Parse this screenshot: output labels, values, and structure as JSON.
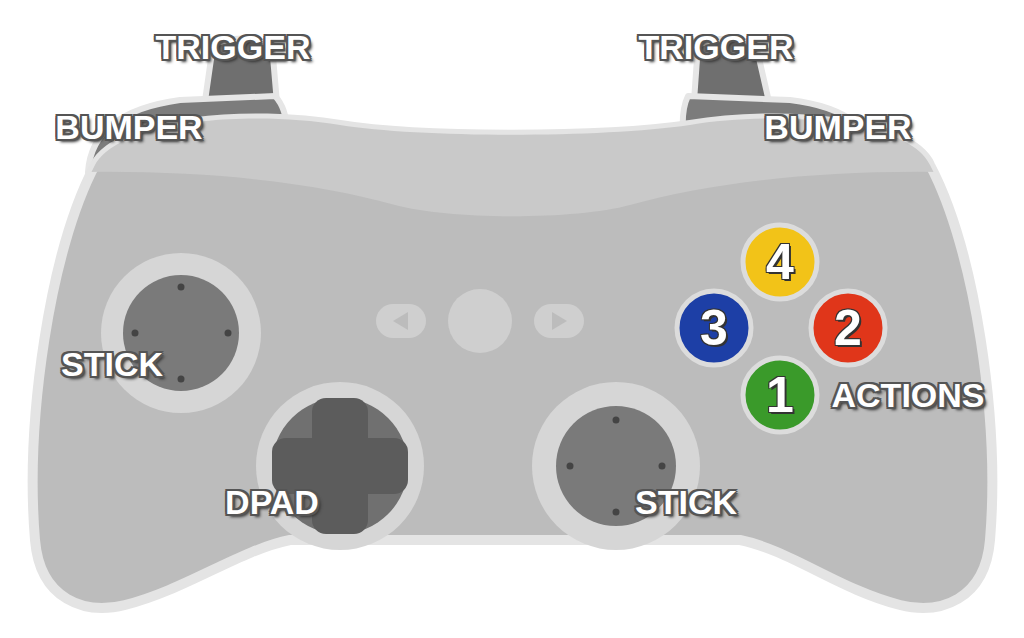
{
  "diagram": {
    "nodes": [
      {
        "text": [
          "4"
        ]
      },
      {
        "text": [
          "3"
        ]
      },
      {
        "text": [
          "2"
        ]
      },
      {
        "text": [
          "1"
        ]
      }
    ],
    "labels": [
      "TRIGGER",
      "TRIGGER",
      "BUMPER",
      "BUMPER",
      "STICK",
      "ACTIONS",
      "DPAD",
      "STICK"
    ]
  }
}
